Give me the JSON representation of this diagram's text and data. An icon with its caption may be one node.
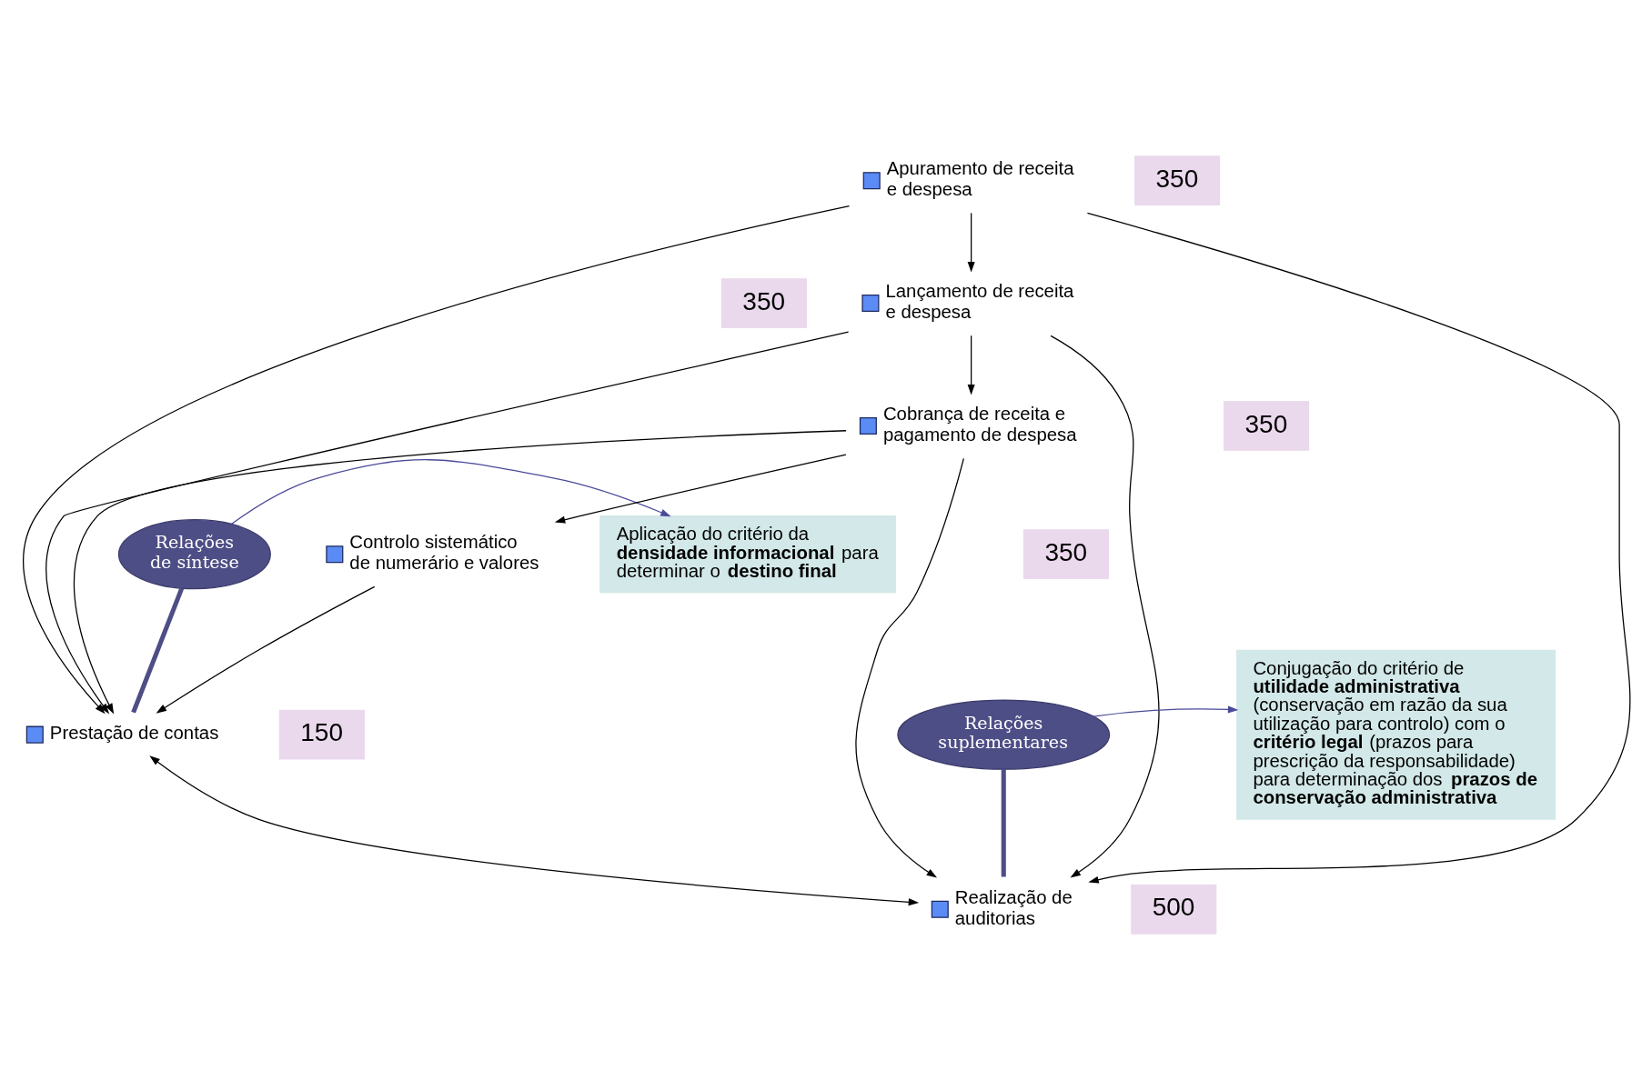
{
  "diagram": {
    "nodes": [
      {
        "text": [
          "Apuramento de receita e despesa"
        ]
      },
      {
        "text": [
          "350"
        ]
      },
      {
        "text": [
          "Relações de síntese"
        ]
      },
      {
        "text": [
          "Aplicação do critério da **densidade informacional** para determinar o **destino final**"
        ]
      },
      {
        "text": [
          "Prestação de contas"
        ]
      },
      {
        "text": [
          "150"
        ]
      },
      {
        "text": [
          "350"
        ]
      },
      {
        "text": [
          "Lançamento de receita e despesa"
        ]
      },
      {
        "text": [
          "Realização de auditorias"
        ]
      },
      {
        "text": [
          "500"
        ]
      },
      {
        "text": [
          "Relações suplementares"
        ]
      },
      {
        "text": [
          "Conjugação do critério de **utilidade administrativa** (conservação em razão da sua utilização para controlo) com o **critério legal** (prazos para prescrição da responsabilidade) para determinação dos **prazos de conservação administrativa**"
        ]
      },
      {
        "text": [
          "Cobrança de receita e pagamento de despesa"
        ]
      },
      {
        "text": [
          "350"
        ]
      },
      {
        "text": [
          "Controlo sistemático de numerário e valores"
        ]
      },
      {
        "text": [
          "350"
        ]
      }
    ],
    "edges": [
      {
        "from": 0,
        "to": 7,
        "arrow": "to"
      },
      {
        "from": 0,
        "to": 4,
        "arrow": "to"
      },
      {
        "from": 0,
        "to": 8,
        "arrow": "to"
      },
      {
        "from": 7,
        "to": 4,
        "arrow": "to"
      },
      {
        "from": 7,
        "to": 8,
        "arrow": "to"
      },
      {
        "from": 7,
        "to": 12,
        "arrow": "to"
      },
      {
        "from": 12,
        "to": 4,
        "arrow": "to"
      },
      {
        "from": 14,
        "to": 4,
        "arrow": "to"
      },
      {
        "from": 12,
        "to": 8,
        "arrow": "to"
      },
      {
        "from": 12,
        "to": 14,
        "arrow": "to"
      },
      {
        "from": 4,
        "to": 8,
        "arrow": "both"
      },
      {
        "from": 2,
        "to": 4,
        "arrow": "none",
        "style": "thick",
        "color": "#4e4e86"
      },
      {
        "from": 2,
        "to": 3,
        "arrow": "to",
        "color": "#4a4a9a"
      },
      {
        "from": 10,
        "to": 8,
        "arrow": "none",
        "style": "thick",
        "color": "#4e4e86"
      },
      {
        "from": 10,
        "to": 11,
        "arrow": "to",
        "color": "#4a4a9a"
      }
    ]
  }
}
